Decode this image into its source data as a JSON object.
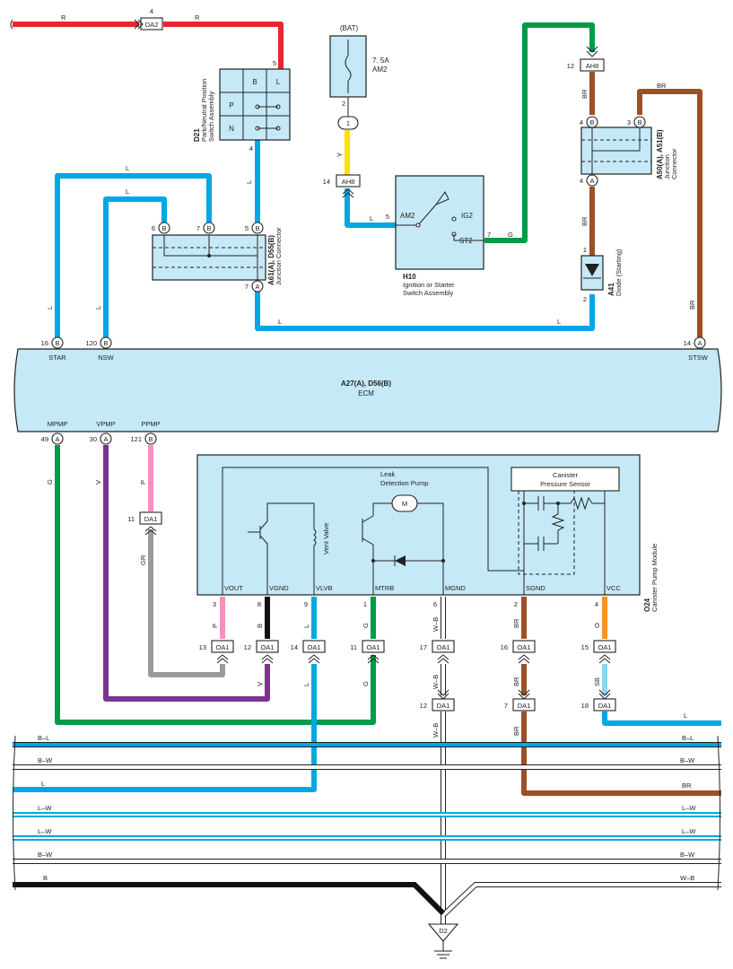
{
  "colors": {
    "R": "#e8262c",
    "L": "#00a7e5",
    "G": "#009b48",
    "Y": "#ffe200",
    "BR": "#9b5028",
    "V": "#7b3496",
    "P": "#f590c0",
    "GR": "#9a9a9a",
    "B": "#111111",
    "O": "#f59323",
    "SB": "#8dd4f1",
    "W": "#ffffff",
    "block": "#c5e9f6"
  },
  "components": {
    "da2": "DA2",
    "d21": {
      "code": "D21",
      "name1": "Park/Neutral Position",
      "name2": "Switch Assembly",
      "B": "B",
      "L": "L",
      "P": "P",
      "N": "N",
      "pin5": "5",
      "pin4": "4"
    },
    "bat": {
      "label": "(BAT)",
      "fuse1": "7. 5A",
      "fuse2": "AM2",
      "pin2": "2",
      "pin1": "1"
    },
    "ah8a": "AH8",
    "ah8a_pin": "14",
    "ah8b": "AH8",
    "ah8b_pin": "12",
    "h10": {
      "code": "H10",
      "name1": "Ignition or Starter",
      "name2": "Switch Assembly",
      "am2": "AM2",
      "ig2": "IG2",
      "st2": "ST2",
      "pin5": "5",
      "pin7": "7"
    },
    "a61": {
      "code": "A61(A), D55(B)",
      "name": "Junction Connector",
      "p6": "6",
      "p7": "7",
      "p5": "5",
      "p7b": "7",
      "B": "B",
      "A": "A"
    },
    "a50": {
      "code": "A50(A), A51(B)",
      "name1": "Junction",
      "name2": "Connector",
      "p4": "4",
      "p3": "3",
      "p4b": "4",
      "B": "B",
      "A": "A"
    },
    "a41": {
      "code": "A41",
      "name": "Diode (Starting)",
      "p1": "1",
      "p2": "2"
    },
    "ecm": {
      "code": "A27(A), D56(B)",
      "name": "ECM",
      "top": [
        {
          "pin": "16",
          "c": "B",
          "label": "STAR"
        },
        {
          "pin": "120",
          "c": "B",
          "label": "NSW"
        },
        {
          "pin": "14",
          "c": "A",
          "label": "STSW"
        }
      ],
      "bottom": [
        {
          "pin": "49",
          "c": "A",
          "label": "MPMP"
        },
        {
          "pin": "30",
          "c": "A",
          "label": "VPMP"
        },
        {
          "pin": "121",
          "c": "B",
          "label": "PPMP"
        }
      ]
    },
    "o24": {
      "code": "O24",
      "name": "Canister Pump Module",
      "leak1": "Leak",
      "leak2": "Detection Pump",
      "motor": "M",
      "cps1": "Canister",
      "cps2": "Pressure Sensor",
      "vent": "Vent Valve",
      "pins": [
        {
          "n": "3",
          "label": "VOUT"
        },
        {
          "n": "8",
          "label": "VGND"
        },
        {
          "n": "9",
          "label": "VLVB"
        },
        {
          "n": "1",
          "label": "MTRB"
        },
        {
          "n": "6",
          "label": "MGND"
        },
        {
          "n": "2",
          "label": "SGND"
        },
        {
          "n": "4",
          "label": "VCC"
        }
      ]
    },
    "oa1": [
      {
        "pin": "13",
        "name": "OA1"
      },
      {
        "pin": "12",
        "name": "OA1"
      },
      {
        "pin": "14",
        "name": "OA1"
      },
      {
        "pin": "11",
        "name": "OA1"
      },
      {
        "pin": "17",
        "name": "OA1"
      },
      {
        "pin": "16",
        "name": "OA1"
      },
      {
        "pin": "15",
        "name": "OA1"
      }
    ],
    "da1": [
      {
        "pin": "11",
        "name": "DA1"
      },
      {
        "pin": "12",
        "name": "DA1"
      },
      {
        "pin": "7",
        "name": "DA1"
      },
      {
        "pin": "18",
        "name": "DA1"
      }
    ],
    "d2": "D2",
    "da2_pin": "4"
  },
  "wire_labels": {
    "r1": "R",
    "r2": "R",
    "l1": "L",
    "l2": "L",
    "l3": "L",
    "l4": "L",
    "l5": "L",
    "l6": "L",
    "l7": "L",
    "l8": "L",
    "y": "Y",
    "g1": "G",
    "br1": "BR",
    "br2": "BR",
    "br3": "BR",
    "br4": "BR",
    "g2": "G",
    "v1": "V",
    "p1": "P",
    "gr": "GR",
    "p2": "P",
    "b1": "B",
    "l9": "L",
    "g3": "G",
    "wb1": "W–B",
    "br5": "BR",
    "o": "O",
    "v2": "V",
    "l10": "L",
    "g4": "G",
    "wb2": "W–B",
    "br6": "BR",
    "sb": "SB",
    "wb3": "W–B",
    "br7": "BR",
    "l11": "L"
  },
  "bus": [
    {
      "left": "B–L",
      "right": "B–L"
    },
    {
      "left": "B–W",
      "right": "B–W"
    },
    {
      "left": "L",
      "right": "BR"
    },
    {
      "left": "L–W",
      "right": "L–W"
    },
    {
      "left": "L–W",
      "right": "L–W"
    },
    {
      "left": "B–W",
      "right": "B–W"
    },
    {
      "left": "B",
      "right": "W–B"
    }
  ]
}
